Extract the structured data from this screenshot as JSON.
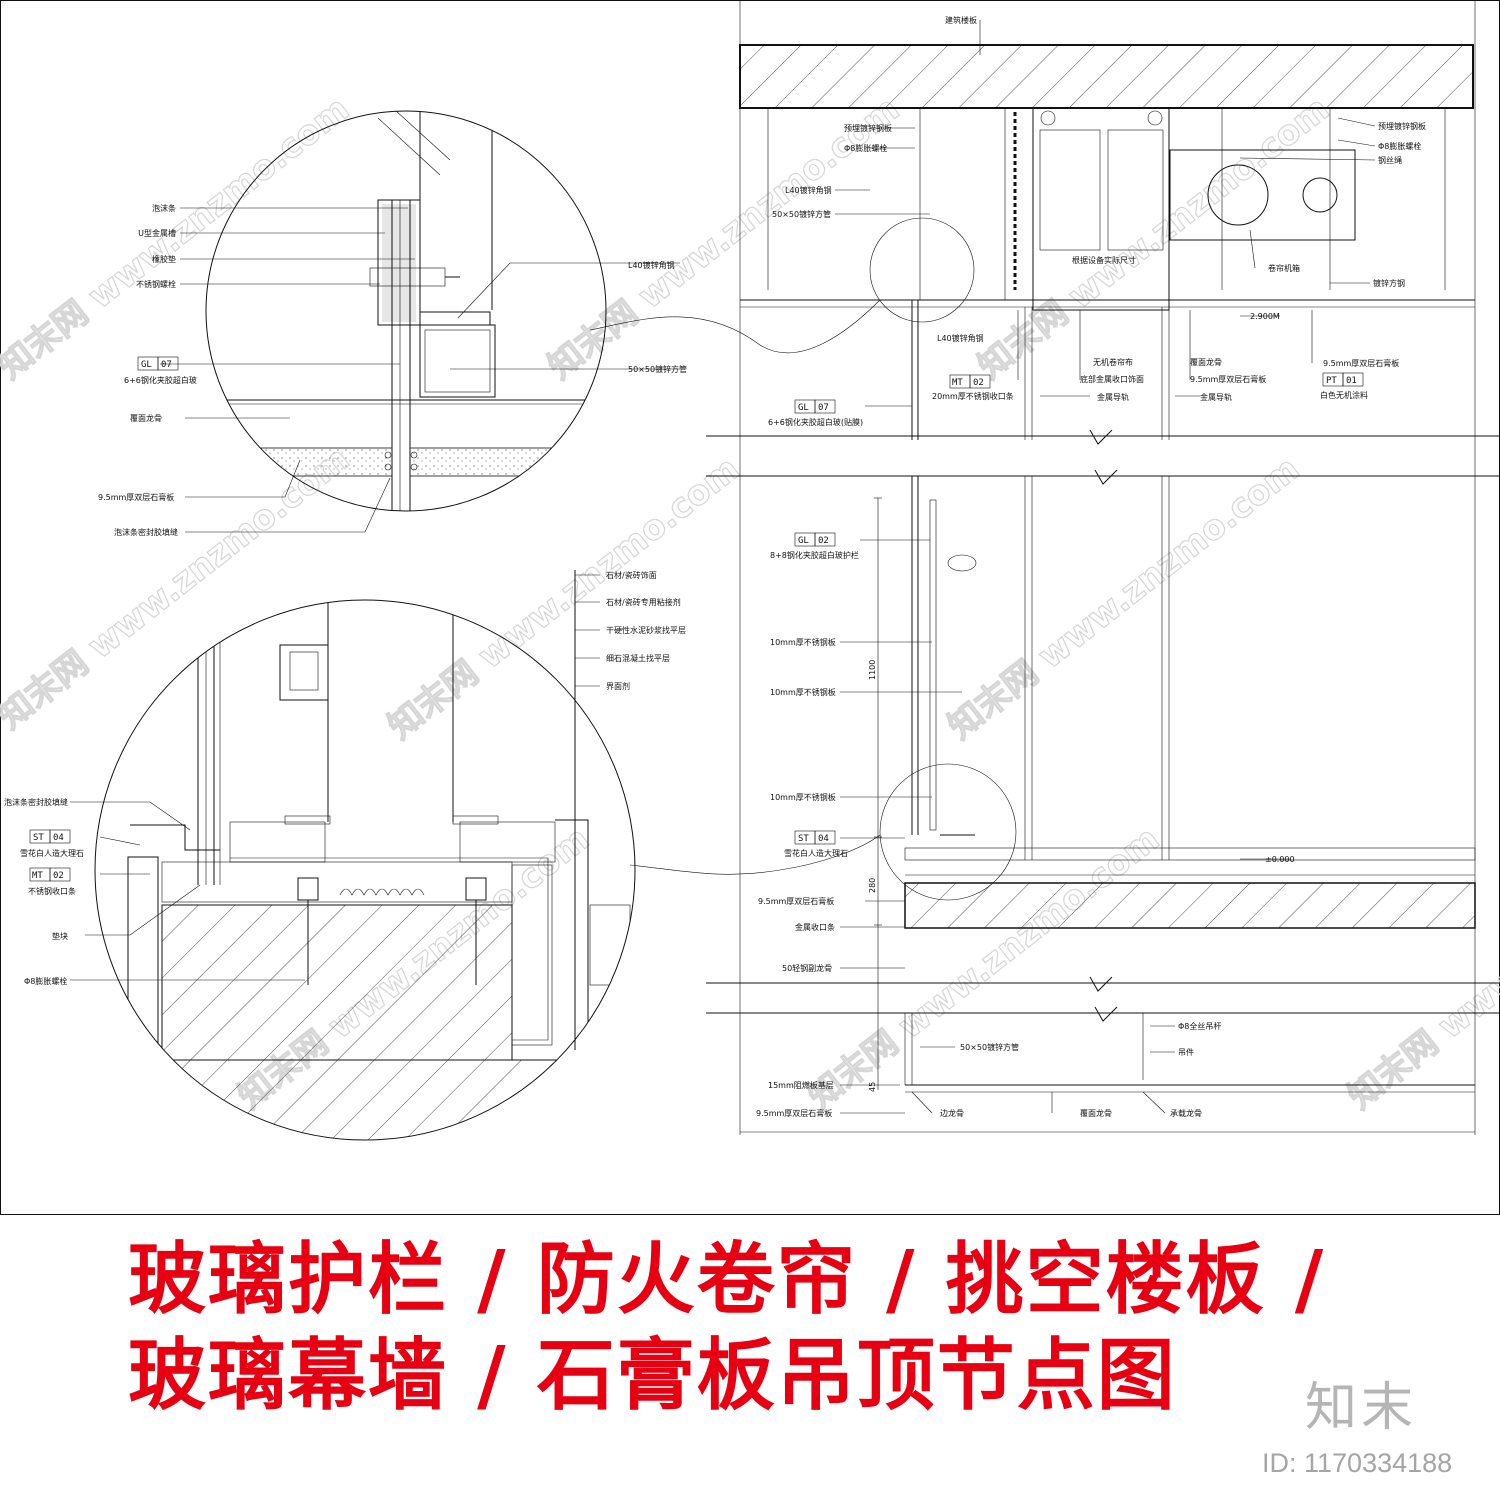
{
  "title": {
    "line1": "玻璃护栏 / 防火卷帘 / 挑空楼板 /",
    "line2": "玻璃幕墙 / 石膏板吊顶节点图"
  },
  "brand": "知末",
  "image_id": "ID: 1170334188",
  "watermark": "知末网 www.znzmo.com",
  "labels": {
    "detail1": {
      "foam_strip": "泡沫条",
      "u_channel": "U型金属槽",
      "rubber_pad": "橡胶垫",
      "ss_bolt": "不锈钢螺栓",
      "angle_steel": "L40镀锌角钢",
      "gl_tag": "GL",
      "gl_num": "07",
      "glass": "6+6钢化夹胶超白玻",
      "square_tube": "50×50镀锌方管",
      "cover_keel": "覆面龙骨",
      "gypsum": "9.5mm厚双层石膏板",
      "sealant": "泡沫条密封胶填缝"
    },
    "detail2": {
      "stone_face": "石材/瓷砖饰面",
      "adhesive": "石材/瓷砖专用粘接剂",
      "mortar": "干硬性水泥砂浆找平层",
      "fine_concrete": "细石混凝土找平层",
      "interface": "界面剂",
      "sealant": "泡沫条密封胶填缝",
      "st_tag": "ST",
      "st_num": "04",
      "marble": "雪花白人造大理石",
      "mt_tag": "MT",
      "mt_num": "02",
      "ss_trim": "不锈钢收口条",
      "shim": "垫块",
      "exp_bolt": "Φ8膨胀螺栓"
    },
    "section": {
      "slab": "建筑楼板",
      "embedded_plate": "预埋镀锌钢板",
      "exp_bolt": "Φ8膨胀螺栓",
      "angle_steel_top": "L40镀锌角钢",
      "square_tube_top": "50×50镀锌方管",
      "embedded_plate_r": "预埋镀锌钢板",
      "exp_bolt_r": "Φ8膨胀螺栓",
      "wire_rope": "钢丝绳",
      "curtain_box": "卷帘机箱",
      "square_steel": "镀锌方钢",
      "size_note": "根据设备实际尺寸",
      "angle_steel_mid": "L40镀锌角钢",
      "mt_tag": "MT",
      "mt_num": "02",
      "ss_trim": "20mm厚不锈钢收口条",
      "gl_tag": "GL",
      "gl_num": "07",
      "glass": "6+6钢化夹胶超白玻(贴膜)",
      "inorganic_curtain": "无机卷帘布",
      "bottom_trim": "底部金属收口饰面",
      "metal_rail": "金属导轨",
      "cover_keel": "覆面龙骨",
      "gypsum": "9.5mm厚双层石膏板",
      "metal_rail_r": "金属导轨",
      "gypsum_r": "9.5mm厚双层石膏板",
      "pt_tag": "PT",
      "pt_num": "01",
      "paint": "白色无机涂料",
      "elev_top": "2.900M",
      "gl2_tag": "GL",
      "gl2_num": "02",
      "glass_rail": "8+8钢化夹胶超白玻护栏",
      "plate1": "10mm厚不锈钢板",
      "plate2": "10mm厚不锈钢板",
      "plate3": "10mm厚不锈钢板",
      "dim_1100": "1100",
      "st_tag": "ST",
      "st_num": "04",
      "marble": "雪花白人造大理石",
      "dim_280": "280",
      "elev_floor": "±0.000",
      "gypsum_b": "9.5mm厚双层石膏板",
      "metal_trim": "金属收口条",
      "light_keel": "50轻钢副龙骨",
      "rod": "Φ8全丝吊杆",
      "hanger": "吊件",
      "square_tube_b": "50×50镀锌方管",
      "fire_board": "15mm阻燃板基层",
      "gypsum_bb": "9.5mm厚双层石膏板",
      "edge_keel": "边龙骨",
      "cover_keel_b": "覆面龙骨",
      "main_keel": "承载龙骨",
      "dim_45": "45"
    }
  },
  "colors": {
    "title": "#e60012",
    "line": "#111111",
    "watermark": "#d6d6d6"
  }
}
